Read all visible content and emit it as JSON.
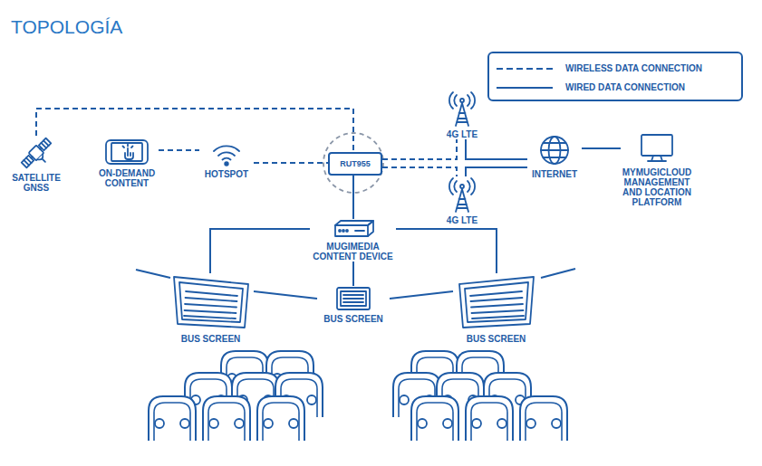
{
  "diagram": {
    "title": "TOPOLOGÍA",
    "nodes": [
      {
        "text": [
          "SATELLITE GNSS"
        ]
      },
      {
        "text": [
          "ON-DEMAND CONTENT"
        ]
      },
      {
        "text": [
          "HOTSPOT"
        ]
      },
      {
        "text": [
          "RUT955"
        ]
      },
      {
        "text": [
          "4G LTE"
        ]
      },
      {
        "text": [
          "4G LTE"
        ]
      },
      {
        "text": [
          "INTERNET"
        ]
      },
      {
        "text": [
          "MYMUGICLOUD MANAGEMENT AND LOCATION PLATFORM"
        ]
      },
      {
        "text": [
          "MUGIMEDIA CONTENT DEVICE"
        ]
      },
      {
        "text": [
          "BUS SCREEN"
        ]
      },
      {
        "text": [
          "BUS SCREEN"
        ]
      },
      {
        "text": [
          "BUS SCREEN"
        ]
      }
    ],
    "edges": [
      {
        "from": 0,
        "to": 3,
        "arrow": "none"
      },
      {
        "from": 1,
        "to": 2,
        "arrow": "none"
      },
      {
        "from": 2,
        "to": 3,
        "arrow": "none"
      },
      {
        "from": 3,
        "to": 4,
        "arrow": "none"
      },
      {
        "from": 3,
        "to": 5,
        "arrow": "none"
      },
      {
        "from": 4,
        "to": 6,
        "arrow": "none"
      },
      {
        "from": 5,
        "to": 6,
        "arrow": "none"
      },
      {
        "from": 6,
        "to": 7,
        "arrow": "none"
      },
      {
        "from": 3,
        "to": 8,
        "arrow": "none"
      },
      {
        "from": 8,
        "to": 9,
        "arrow": "none"
      },
      {
        "from": 8,
        "to": 10,
        "arrow": "none"
      },
      {
        "from": 8,
        "to": 11,
        "arrow": "none"
      },
      {
        "from": 9,
        "to": 10,
        "arrow": "none"
      },
      {
        "from": 10,
        "to": 11,
        "arrow": "none"
      }
    ],
    "legend": [
      {
        "text": "WIRELESS DATA CONNECTION"
      },
      {
        "text": "WIRED DATA CONNECTION"
      }
    ]
  }
}
